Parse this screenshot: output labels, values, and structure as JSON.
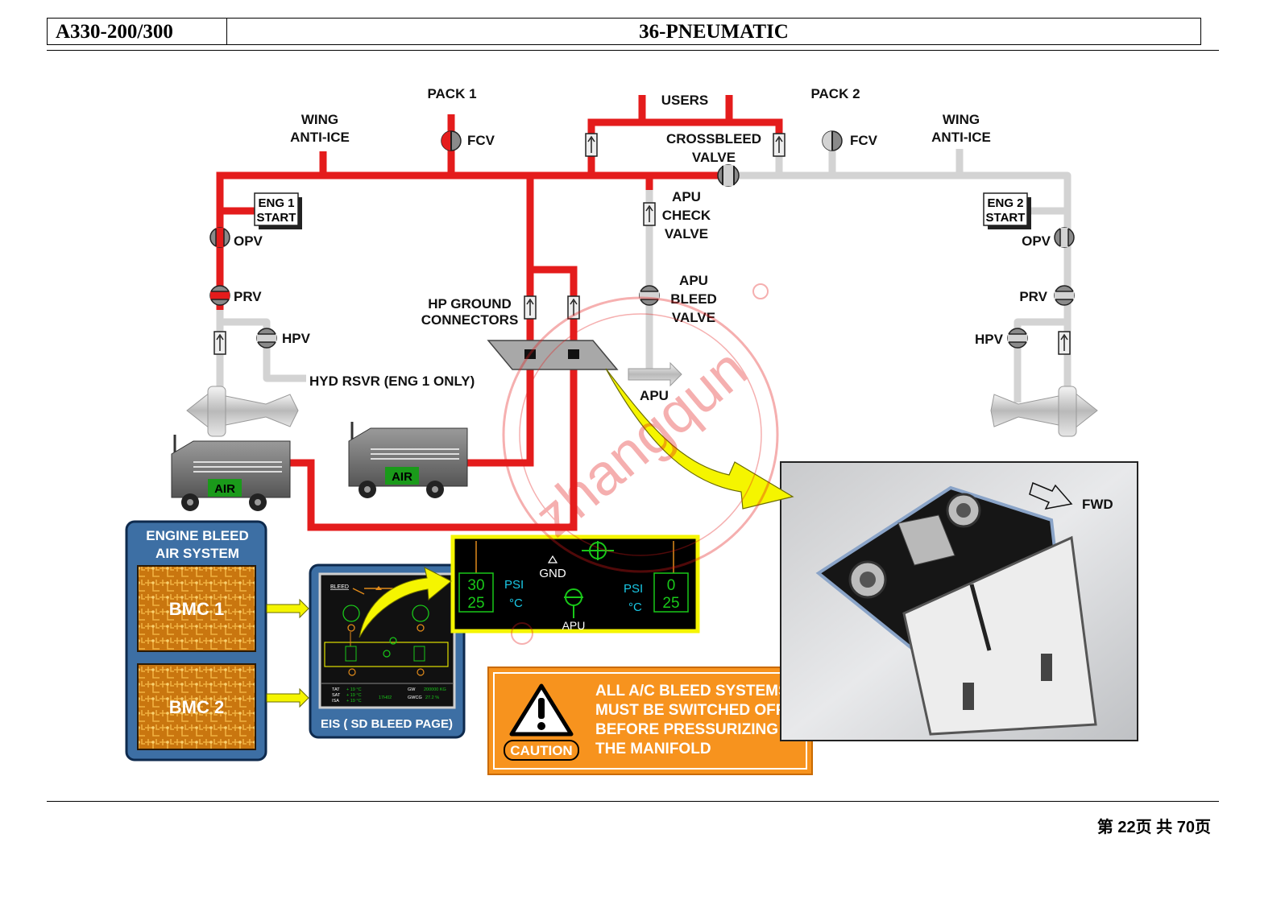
{
  "header": {
    "model": "A330-200/300",
    "chapter": "36-PNEUMATIC"
  },
  "labels": {
    "pack1": "PACK 1",
    "pack2": "PACK 2",
    "users": "USERS",
    "wing_anti_ice_left": [
      "WING",
      "ANTI-ICE"
    ],
    "wing_anti_ice_right": [
      "WING",
      "ANTI-ICE"
    ],
    "fcv_left": "FCV",
    "fcv_right": "FCV",
    "crossbleed_valve": [
      "CROSSBLEED",
      "VALVE"
    ],
    "eng1_start": [
      "ENG 1",
      "START"
    ],
    "eng2_start": [
      "ENG 2",
      "START"
    ],
    "opv_left": "OPV",
    "opv_right": "OPV",
    "prv_left": "PRV",
    "prv_right": "PRV",
    "hpv_left": "HPV",
    "hpv_right": "HPV",
    "apu_check_valve": [
      "APU",
      "CHECK",
      "VALVE"
    ],
    "apu_bleed_valve": [
      "APU",
      "BLEED",
      "VALVE"
    ],
    "hp_ground_connectors": [
      "HP GROUND",
      "CONNECTORS"
    ],
    "hyd_rsvr": "HYD RSVR (ENG 1 ONLY)",
    "apu": "APU",
    "air_cart": "AIR",
    "fwd": "FWD"
  },
  "bmc_panel": {
    "title": [
      "ENGINE BLEED",
      "AIR SYSTEM"
    ],
    "bmc1": "BMC 1",
    "bmc2": "BMC 2"
  },
  "eis": {
    "caption": "EIS ( SD BLEED PAGE)",
    "page_title": "BLEED",
    "temp_rows": [
      {
        "label": "TAT",
        "value": "+ 19 °C"
      },
      {
        "label": "SAT",
        "value": "+ 19 °C"
      },
      {
        "label": "ISA",
        "value": "+ 19 °C"
      }
    ],
    "time": "17H02",
    "gw": {
      "label": "GW",
      "value": "200000 KG"
    },
    "gwcg": {
      "label": "GWCG",
      "value": "27.2 %"
    }
  },
  "sd_zoom": {
    "left_top": "30",
    "left_bottom": "25",
    "right_top": "0",
    "right_bottom": "25",
    "psi": "PSI",
    "degc": "°C",
    "gnd": "GND",
    "apu": "APU"
  },
  "caution": {
    "badge": "CAUTION",
    "lines": [
      "ALL A/C BLEED SYSTEMS",
      "MUST BE SWITCHED OFF",
      "BEFORE PRESSURIZING",
      "THE MANIFOLD"
    ]
  },
  "watermark": "zhangqun",
  "page": "第 22页  共 70页",
  "colors": {
    "pressurized_duct": "#e41c1c",
    "unpressurized_duct": "#d3d3d3",
    "caution_orange": "#f7931e",
    "panel_blue": "#3d6fa4",
    "arrow_yellow": "#f5f500",
    "ecam_green": "#19c819",
    "ecam_cyan": "#19c8e6"
  }
}
